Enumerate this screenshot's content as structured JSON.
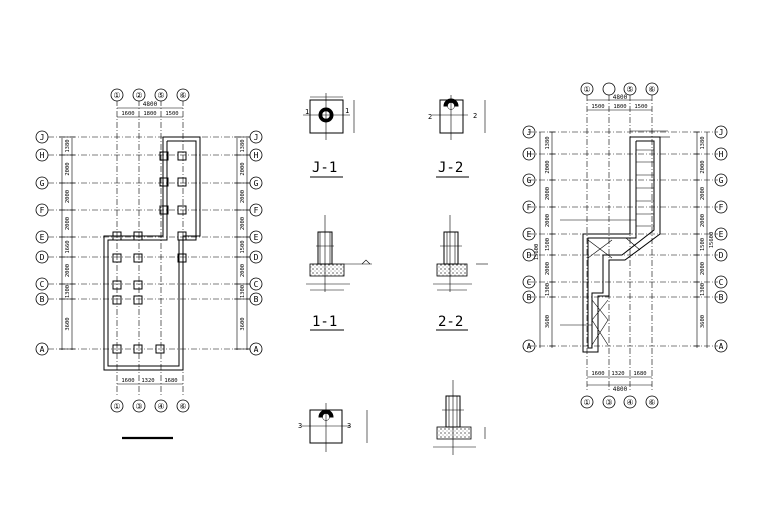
{
  "plan_left": {
    "top_axes": [
      "①",
      "②",
      "⑤",
      "⑥"
    ],
    "bottom_axes": [
      "①",
      "③",
      "④",
      "⑥"
    ],
    "row_axes": [
      "J",
      "H",
      "G",
      "F",
      "E",
      "D",
      "C",
      "B",
      "A"
    ],
    "top_total": "4800",
    "top_dims": [
      "1600",
      "1800",
      "1500"
    ],
    "bottom_dims": [
      "1600",
      "1320",
      "1680"
    ],
    "left_dims": [
      "1380",
      "2000",
      "2000",
      "2000",
      "1660",
      "2000",
      "1300",
      "3600"
    ],
    "right_dims": [
      "1380",
      "2000",
      "2000",
      "2000",
      "1500",
      "2000",
      "1300",
      "3600"
    ]
  },
  "plan_right": {
    "top_axes": [
      "①",
      "",
      "⑤",
      "⑥"
    ],
    "bottom_axes": [
      "①",
      "③",
      "④",
      "⑥"
    ],
    "row_axes": [
      "J",
      "H",
      "G",
      "F",
      "E",
      "D",
      "C",
      "B",
      "A"
    ],
    "top_total": "4800",
    "top_dims": [
      "1500",
      "1800",
      "1500"
    ],
    "bottom_total": "4800",
    "bottom_dims": [
      "1600",
      "1320",
      "1680"
    ],
    "left_dims": [
      "1380",
      "2000",
      "2000",
      "2000",
      "1500",
      "2000",
      "1300",
      "3600"
    ],
    "left_extra": "15600",
    "right_dims": [
      "1380",
      "2000",
      "2000",
      "2000",
      "1500",
      "2000",
      "1300",
      "3600"
    ],
    "right_extra": "15600"
  },
  "details": {
    "j1_title": "J-1",
    "j2_title": "J-2",
    "s11_title": "1-1",
    "s22_title": "2-2",
    "mark_1": "1",
    "mark_2": "2",
    "mark_3": "3"
  }
}
